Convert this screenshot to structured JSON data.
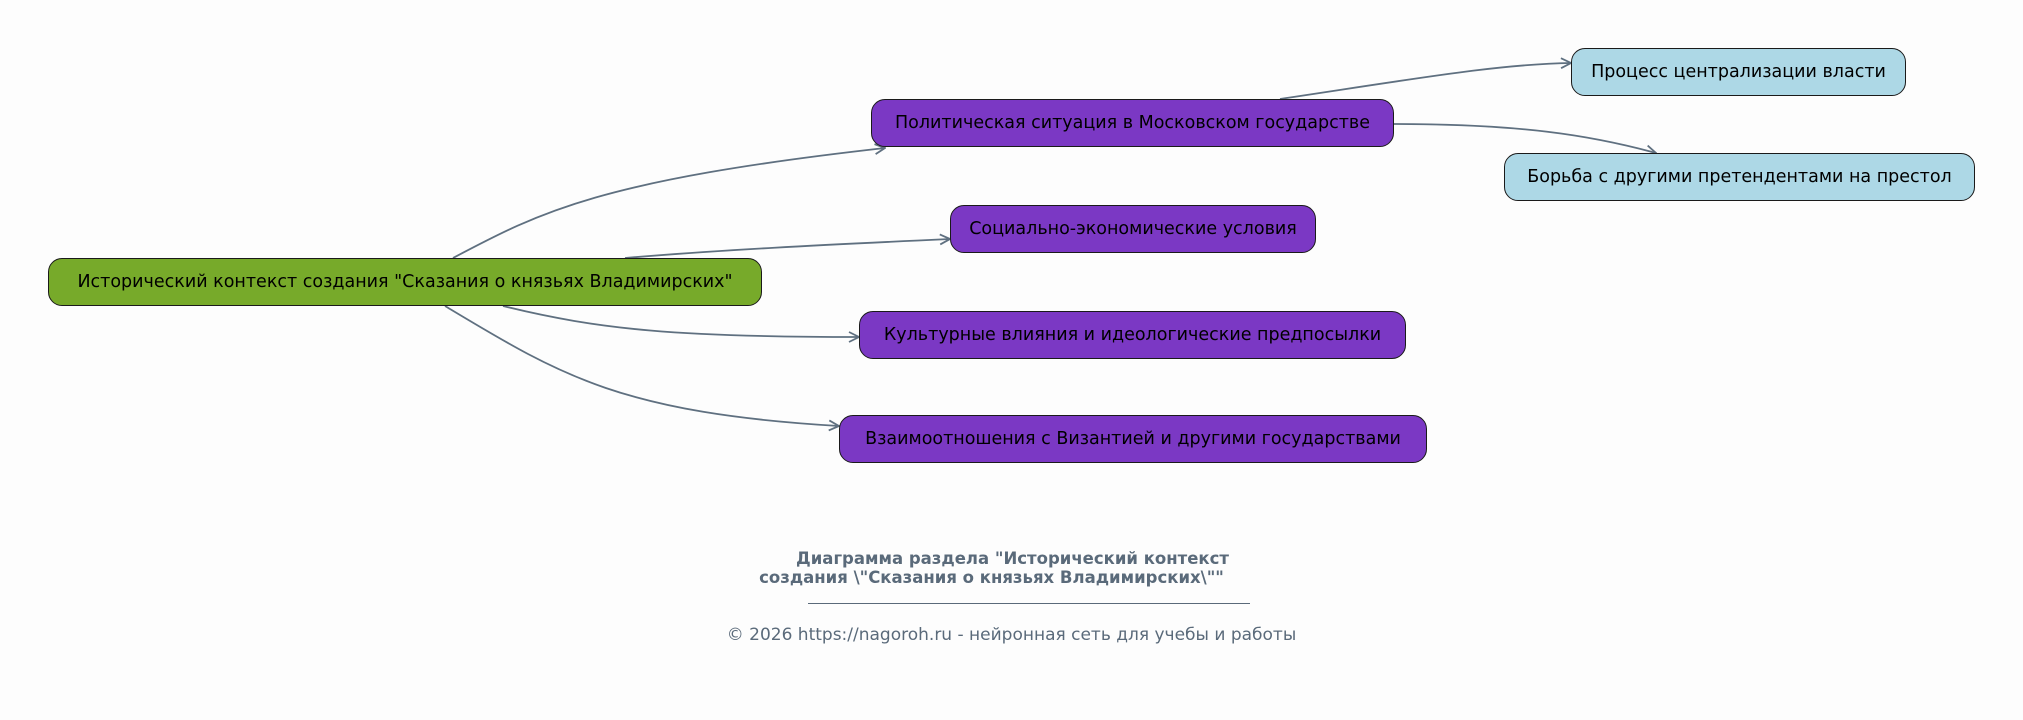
{
  "diagram": {
    "root": {
      "label": "Исторический контекст создания \"Сказания о князьях Владимирских\""
    },
    "children": [
      {
        "label": "Политическая ситуация в Московском государстве"
      },
      {
        "label": "Социально-экономические условия"
      },
      {
        "label": "Культурные влияния и идеологические предпосылки"
      },
      {
        "label": "Взаимоотношения с Византией и другими государствами"
      }
    ],
    "grandchildren": [
      {
        "label": "Процесс централизации власти"
      },
      {
        "label": "Борьба с другими претендентами на престол"
      }
    ],
    "colors": {
      "root": "#77aa2a",
      "child": "#7b38c4",
      "grandchild": "#add8e6",
      "edge": "#5f7080"
    }
  },
  "footer": {
    "title_line1": "Диаграмма раздела \"Исторический контекст",
    "title_line2": "создания \\\"Сказания о князьях Владимирских\\\"\"",
    "copyright": "© 2026 https://nagoroh.ru - нейронная сеть для учебы и работы"
  }
}
